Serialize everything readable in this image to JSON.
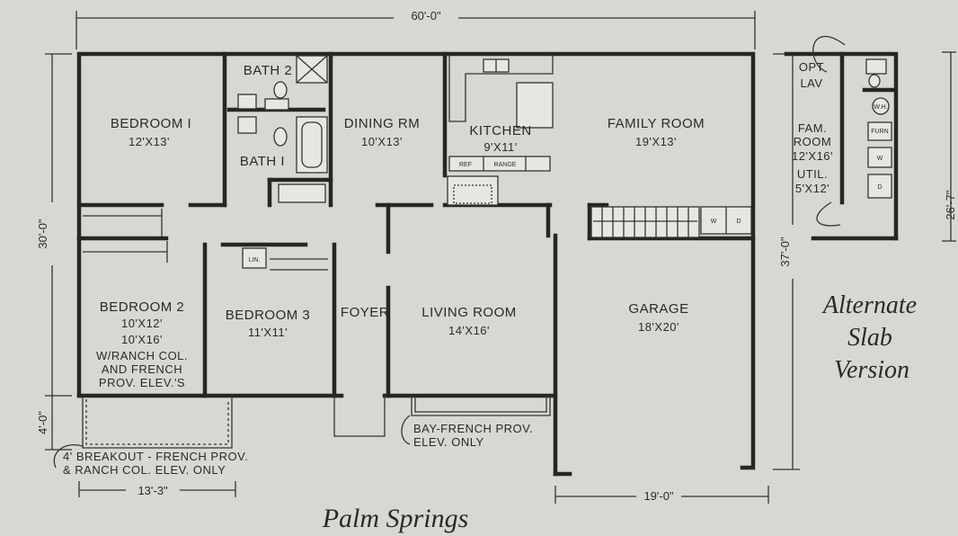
{
  "title": "Palm Springs",
  "alt_title": [
    "Alternate",
    "Slab",
    "Version"
  ],
  "dimensions": {
    "overall_width": "60'-0\"",
    "overall_depth": "30'-0\"",
    "garage_depth": "37'-0\"",
    "alt_depth": "26'-7\"",
    "breakout_depth": "4'-0\"",
    "breakout_width": "13'-3\"",
    "garage_width": "19'-0\""
  },
  "rooms": {
    "bath2": "BATH 2",
    "bath1": "BATH I",
    "bedroom1": {
      "name": "BEDROOM I",
      "size": "12'X13'"
    },
    "dining": {
      "name": "DINING RM",
      "size": "10'X13'"
    },
    "kitchen": {
      "name": "KITCHEN",
      "size": "9'X11'"
    },
    "family": {
      "name": "FAMILY ROOM",
      "size": "19'X13'"
    },
    "bedroom2": {
      "name": "BEDROOM 2",
      "sizes": [
        "10'X12'",
        "10'X16'",
        "W/RANCH COL.",
        "AND FRENCH",
        "PROV. ELEV.'S"
      ]
    },
    "bedroom3": {
      "name": "BEDROOM 3",
      "size": "11'X11'"
    },
    "foyer": "FOYER",
    "living": {
      "name": "LIVING ROOM",
      "size": "14'X16'"
    },
    "garage": {
      "name": "GARAGE",
      "size": "18'X20'"
    },
    "lin": "LIN."
  },
  "fixtures": {
    "ref": "REF",
    "range": "RANGE",
    "wh": "W.H.",
    "furn": "FURN",
    "w": "W",
    "d": "D"
  },
  "notes": {
    "breakout": [
      "4' BREAKOUT - FRENCH PROV.",
      "& RANCH COL. ELEV. ONLY"
    ],
    "bay": [
      "BAY-FRENCH PROV.",
      "ELEV. ONLY"
    ]
  },
  "alternate": {
    "opt_lav": [
      "OPT",
      "LAV"
    ],
    "fam_room": [
      "FAM.",
      "ROOM",
      "12'X16'"
    ],
    "util": [
      "UTIL.",
      "5'X12'"
    ]
  }
}
